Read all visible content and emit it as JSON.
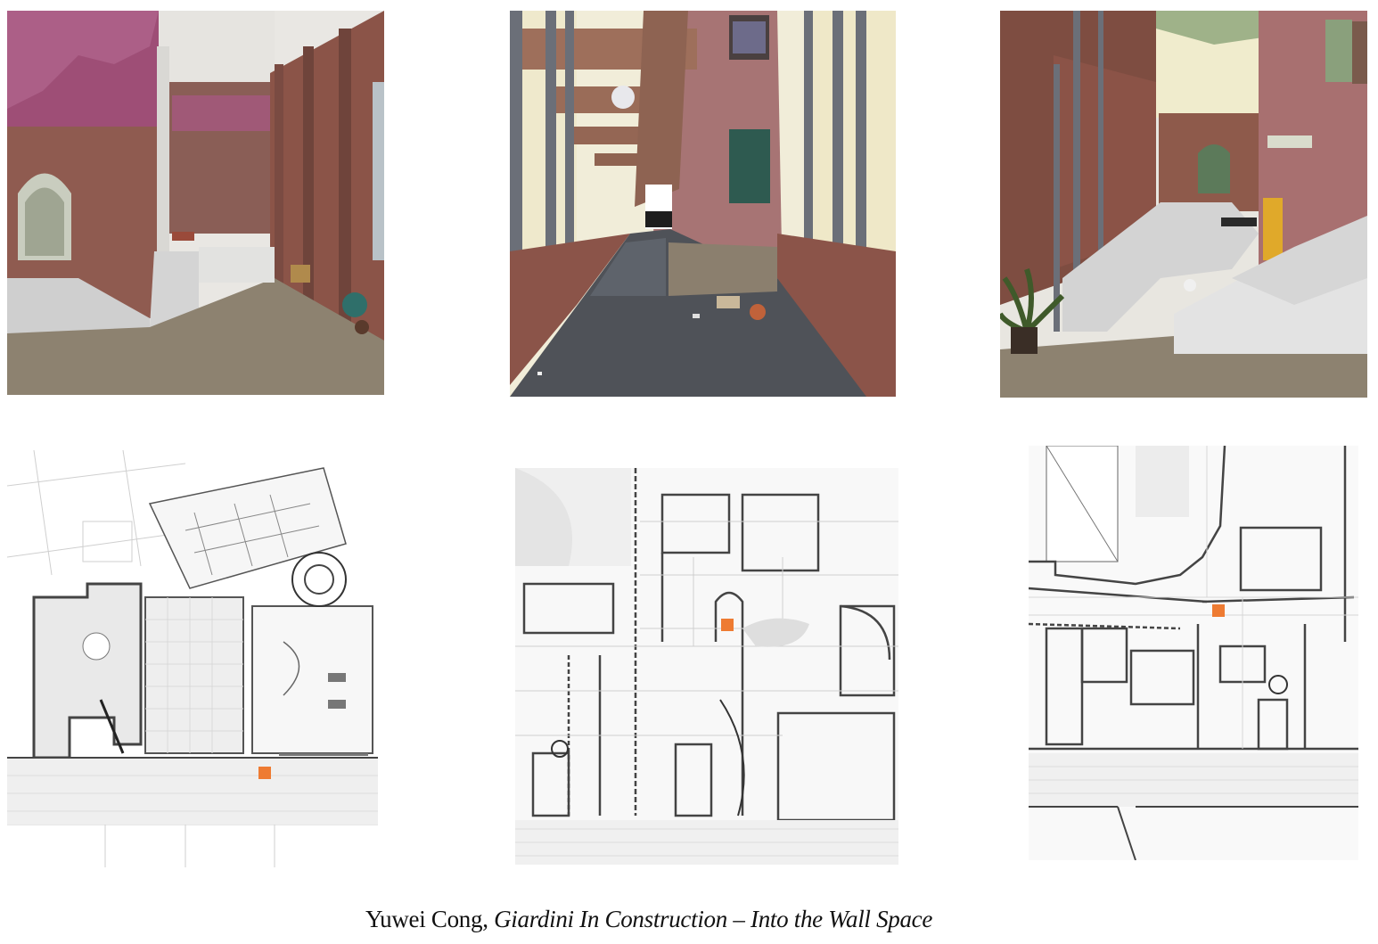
{
  "caption": {
    "author": "Yuwei Cong,",
    "title": "Giardini In Construction – Into the Wall Space"
  },
  "renders": [
    {
      "name": "render-left",
      "description_icon": "courtyard-arcade-render"
    },
    {
      "name": "render-center",
      "description_icon": "covered-passage-render"
    },
    {
      "name": "render-right",
      "description_icon": "stepped-courtyard-render"
    }
  ],
  "plans": [
    {
      "name": "plan-left",
      "marker_color": "#ee7b32"
    },
    {
      "name": "plan-center",
      "marker_color": "#ee7b32"
    },
    {
      "name": "plan-right",
      "marker_color": "#ee7b32"
    }
  ],
  "colors": {
    "brick": "#8e5a4e",
    "ground": "#8d8270",
    "paving_dark": "#4f5258",
    "bougainvillea": "#a04a7a",
    "plan_line": "#6a6a6a",
    "marker": "#ee7b32"
  }
}
